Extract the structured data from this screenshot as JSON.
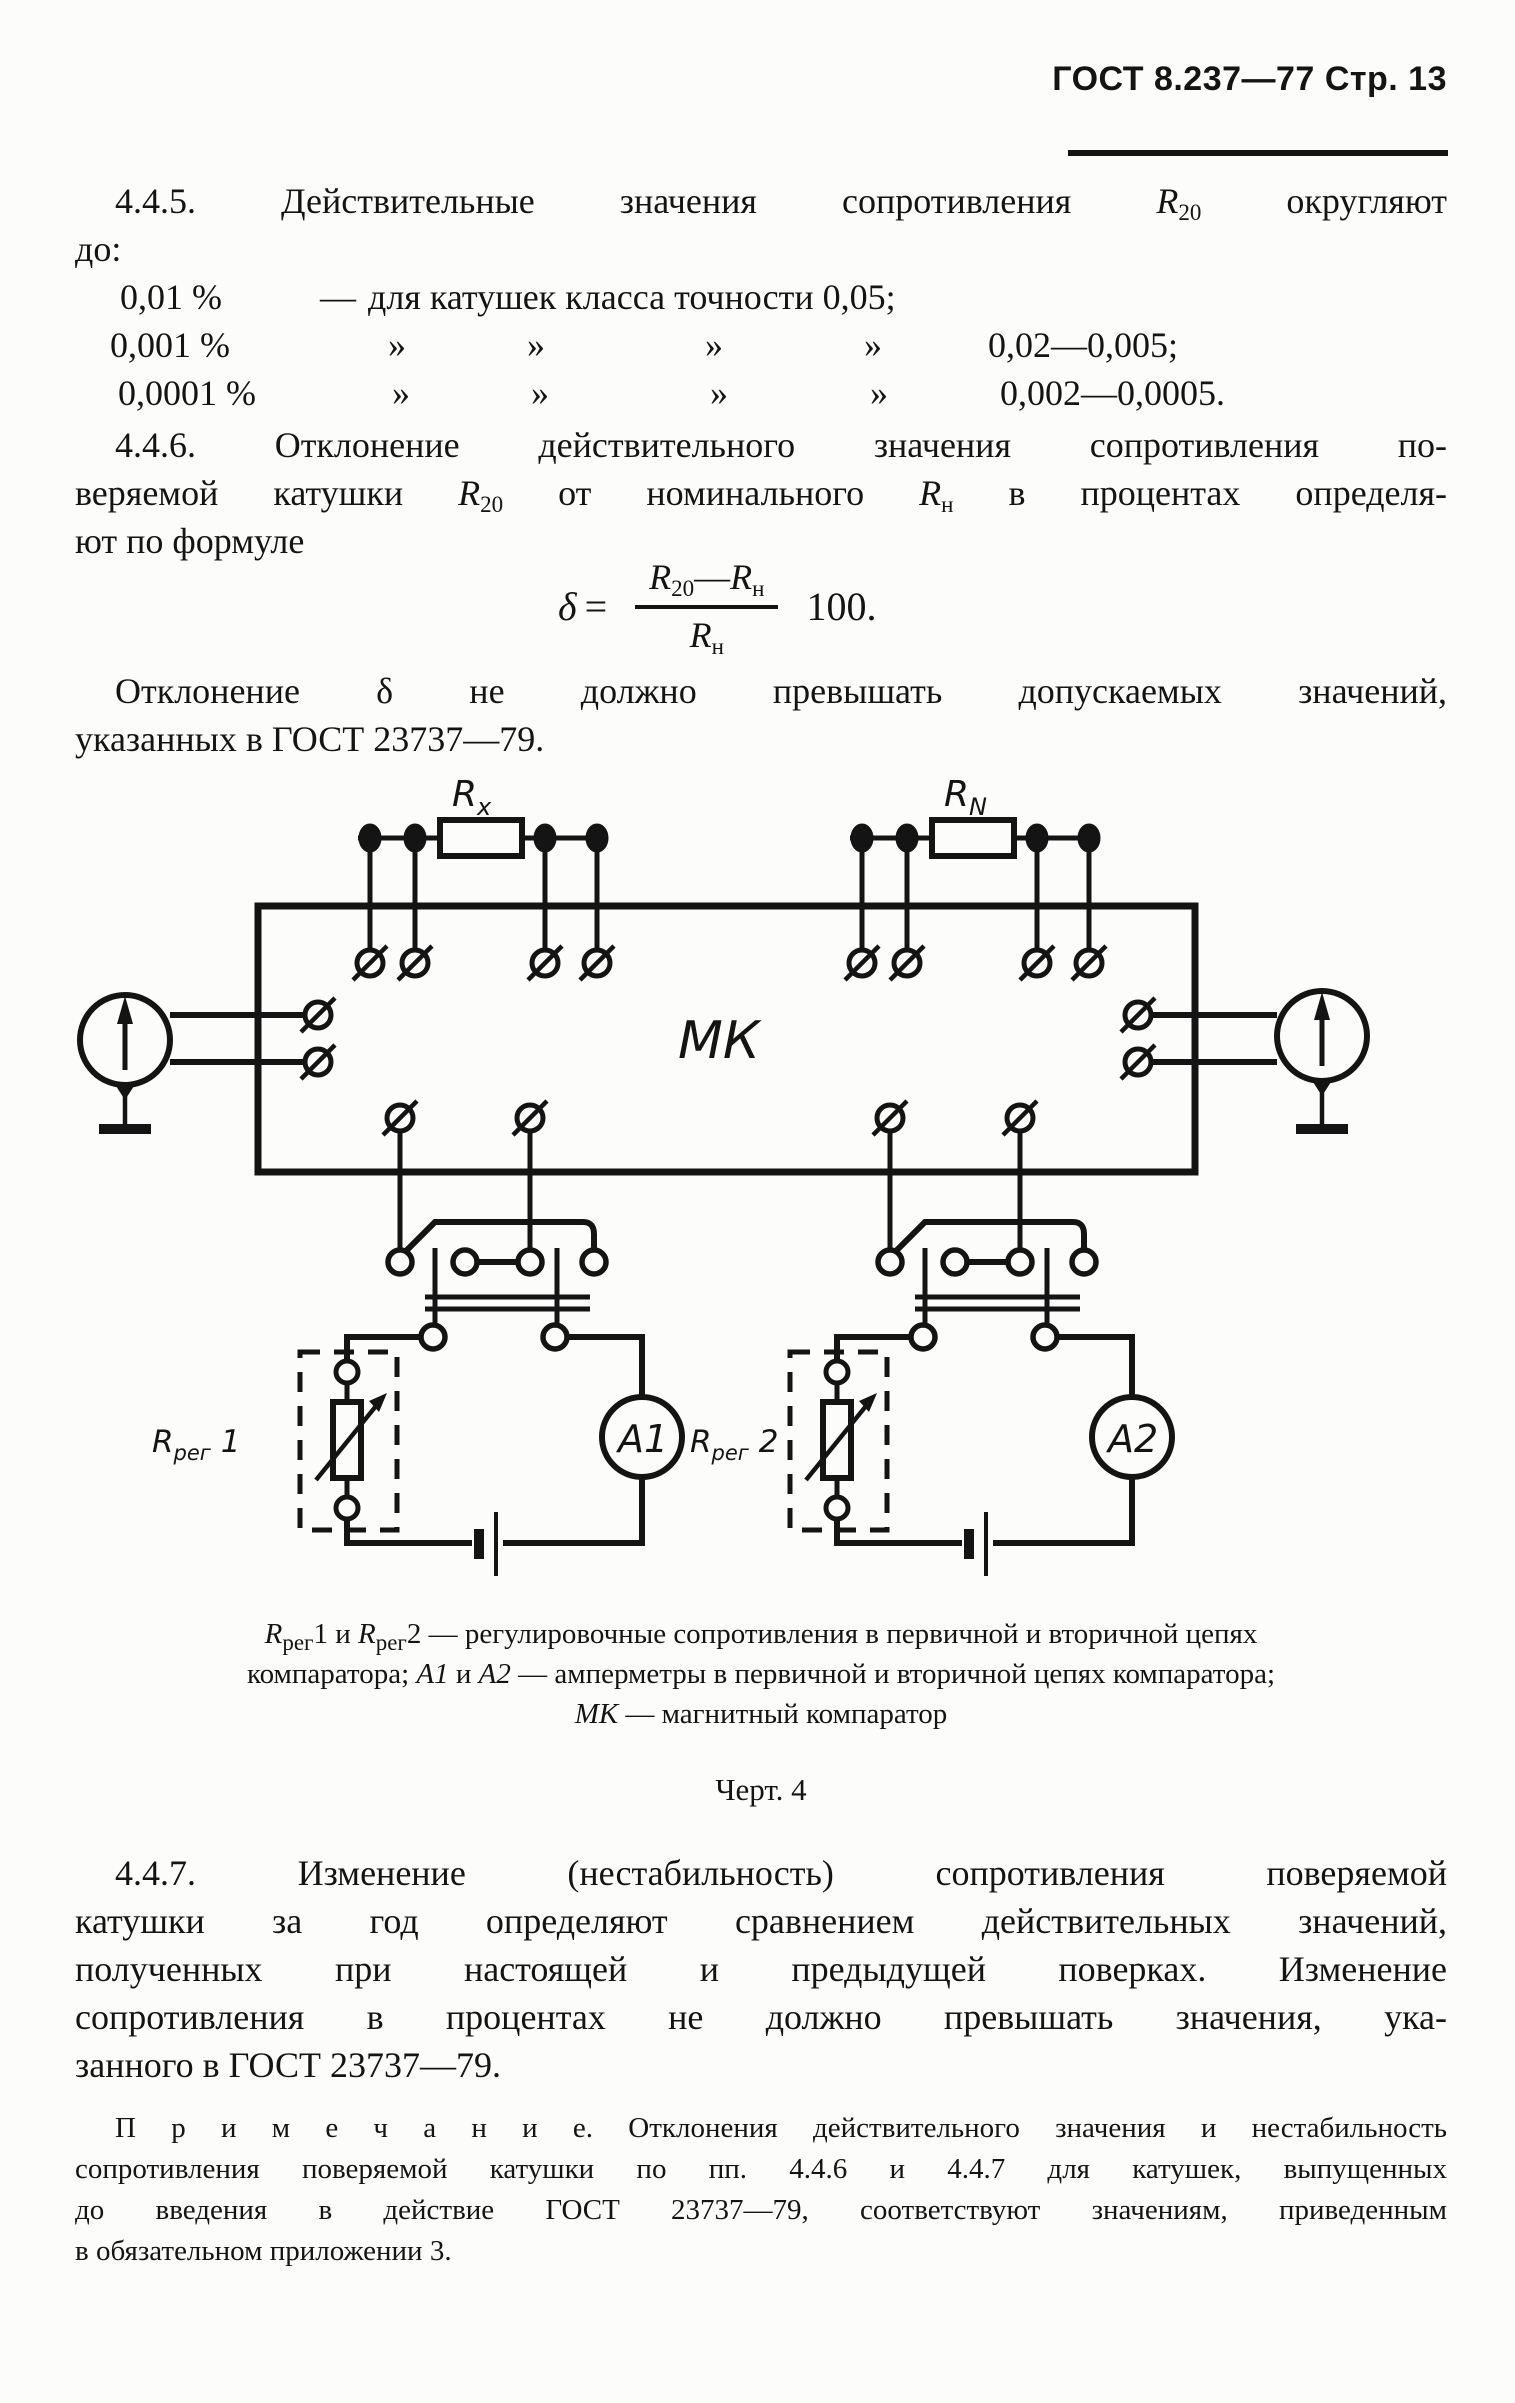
{
  "header": {
    "doc": "ГОСТ 8.237—77",
    "page": "Стр. 13"
  },
  "s445": {
    "l1a": "4.4.5. Действительные значения сопротивления ",
    "l1r": "R",
    "l1sub": "20",
    "l1b": " округляют",
    "l2": "до:"
  },
  "rounding": {
    "r1": {
      "v": "0,01 %",
      "dash": "—",
      "text": "для катушек класса точности 0,05;"
    },
    "r2": {
      "v": "0,001 %",
      "g": "»",
      "range": "0,02—0,005;"
    },
    "r3": {
      "v": "0,0001 %",
      "g": "»",
      "range": "0,002—0,0005."
    }
  },
  "s446": {
    "l1": "4.4.6. Отклонение действительного значения сопротивления по-",
    "l2a": "веряемой катушки ",
    "l2r": "R",
    "l2sub": "20",
    "l2b": " от номинального ",
    "l2r2": "R",
    "l2sub2": "н",
    "l2c": " в процентах определя-",
    "l3": "ют по формуле"
  },
  "formula": {
    "lhs_delta": "δ",
    "lhs_eq": "=",
    "numR1": "R",
    "numSub1": "20",
    "dash": "—",
    "numR2": "R",
    "numSub2": "н",
    "denR": "R",
    "denSub": "н",
    "rhs": "100."
  },
  "sDelta": {
    "l1": "Отклонение δ не должно превышать допускаемых значений,",
    "l2": "указанных в ГОСТ 23737—79."
  },
  "diagram": {
    "rx": "R",
    "rxSub": "x",
    "rn": "R",
    "rnSub": "N",
    "mk": "МК",
    "a1": "А1",
    "a2": "А2",
    "rreg": "R",
    "rregSub": "рег",
    "rreg1n": " 1",
    "rreg2n": " 2"
  },
  "caption": {
    "l1a": "R",
    "l1as": "рег",
    "l1b": "1 и ",
    "l1c": "R",
    "l1cs": "рег",
    "l1d": "2 — регулировочные сопротивления в первичной и вторичной цепях",
    "l2a": "компаратора; ",
    "l2b": "А1",
    "l2c": " и ",
    "l2d": "А2",
    "l2e": " — амперметры в первичной и вторичной цепях компаратора;",
    "l3a": "МК",
    "l3b": " — магнитный компаратор",
    "fig": "Черт. 4"
  },
  "s447": {
    "l1": "4.4.7. Изменение (нестабильность) сопротивления поверяемой",
    "l2": "катушки за год определяют сравнением действительных значений,",
    "l3": "полученных при настоящей и предыдущей поверках. Изменение",
    "l4": "сопротивления в процентах не должно превышать значения, ука-",
    "l5": "занного в ГОСТ 23737—79."
  },
  "note": {
    "l1": "П р и м е ч а н и е. Отклонения действительного значения и нестабильность",
    "l2": "сопротивления поверяемой катушки по пп. 4.4.6 и 4.4.7 для катушек, выпущенных",
    "l3": "до введения в действие ГОСТ 23737—79, соответствуют значениям, приведенным",
    "l4": "в обязательном приложении 3."
  }
}
